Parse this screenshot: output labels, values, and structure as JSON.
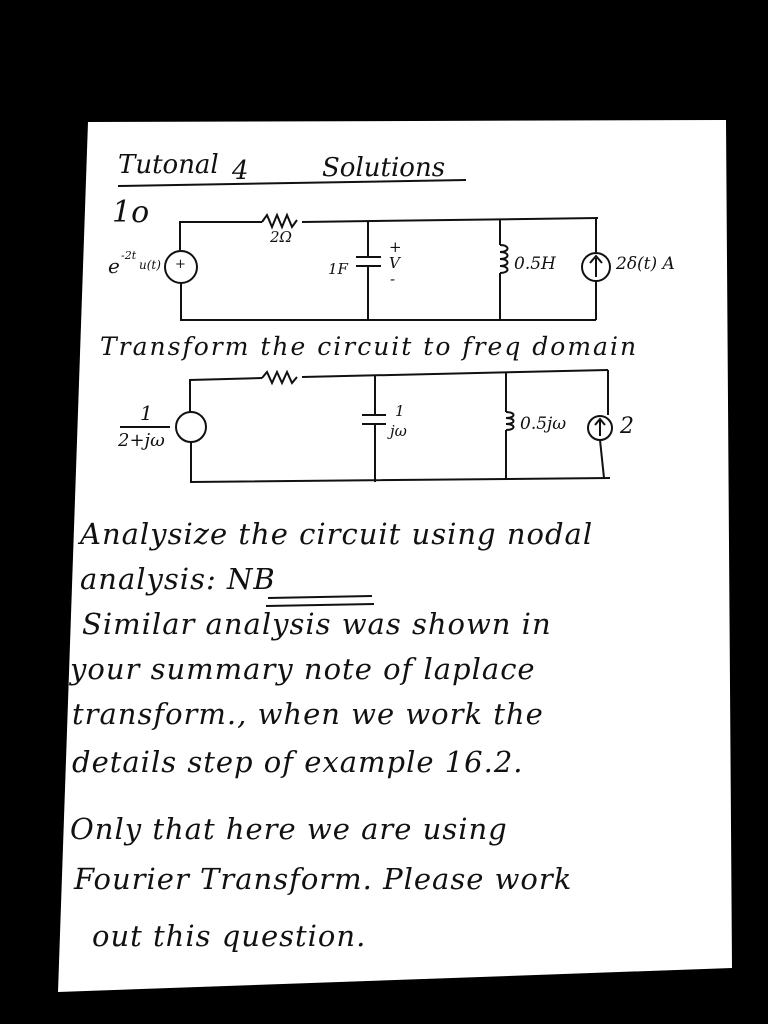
{
  "document": {
    "title_left": "Tutonal",
    "title_num": "4",
    "title_right": "Solutions",
    "problem_number": "1o"
  },
  "circuit1": {
    "source_label_main": "e",
    "source_label_exp": "-2t",
    "source_label_tail": "u(t)",
    "resistor_label": "2Ω",
    "capacitor_label": "1F",
    "voltage_plus": "+",
    "voltage_v": "V",
    "voltage_minus": "-",
    "inductor_label": "0.5H",
    "current_source_label": "2δ(t) A",
    "source_sign": "+"
  },
  "transform_caption": "Transform the circuit to freq domain",
  "circuit2": {
    "source_num": "1",
    "source_den": "2+jω",
    "capacitor_num": "1",
    "capacitor_den": "jω",
    "inductor_label": "0.5jω",
    "current_source_label": "2"
  },
  "body_lines": [
    "Analysize the circuit using nodal",
    "analysis: NB",
    "Similar analysis was shown in",
    "your summary note of laplace",
    "transform., when we work the",
    "details step of example 16.2.",
    "Only that here we are using",
    "Fourier Transform. Please work",
    "out this question."
  ]
}
